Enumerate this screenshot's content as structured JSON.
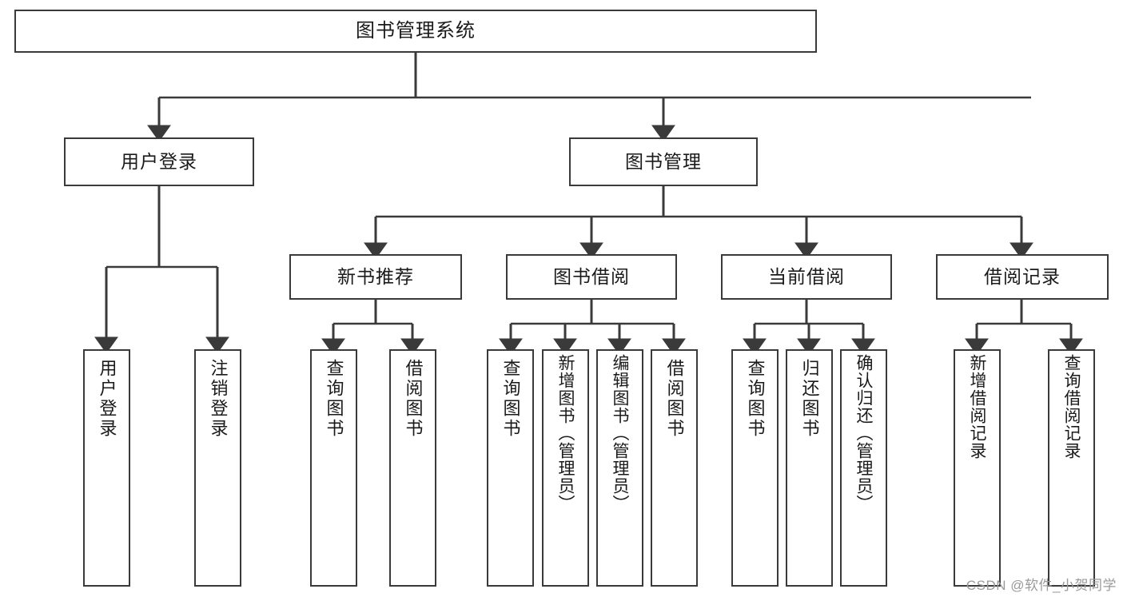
{
  "diagram": {
    "title": "图书管理系统",
    "type": "tree",
    "watermark": "CSDN @软件_小贺同学",
    "colors": {
      "box_border": "#3a3a3a",
      "box_fill": "#ffffff",
      "edge": "#3a3a3a",
      "text": "#1a1a1a",
      "watermark": "#9a9a9a",
      "background": "#ffffff"
    },
    "nodes": {
      "root": {
        "label": "图书管理系统"
      },
      "level2": [
        {
          "id": "user-login",
          "label": "用户登录"
        },
        {
          "id": "book-manage",
          "label": "图书管理"
        }
      ],
      "level3": [
        {
          "id": "new-book-recommend",
          "label": "新书推荐"
        },
        {
          "id": "book-borrow",
          "label": "图书借阅"
        },
        {
          "id": "current-borrow",
          "label": "当前借阅"
        },
        {
          "id": "borrow-record",
          "label": "借阅记录"
        }
      ],
      "leaves": {
        "user-login": [
          {
            "id": "leaf-user-login",
            "label": "用户登录"
          },
          {
            "id": "leaf-logout-login",
            "label": "注销登录"
          }
        ],
        "new-book-recommend": [
          {
            "id": "leaf-query-book-1",
            "label": "查询图书"
          },
          {
            "id": "leaf-borrow-book-1",
            "label": "借阅图书"
          }
        ],
        "book-borrow": [
          {
            "id": "leaf-query-book-2",
            "label": "查询图书"
          },
          {
            "id": "leaf-add-book",
            "label": "新增图书（管理员）"
          },
          {
            "id": "leaf-edit-book",
            "label": "编辑图书（管理员）"
          },
          {
            "id": "leaf-borrow-book-2",
            "label": "借阅图书"
          }
        ],
        "current-borrow": [
          {
            "id": "leaf-query-book-3",
            "label": "查询图书"
          },
          {
            "id": "leaf-return-book",
            "label": "归还图书"
          },
          {
            "id": "leaf-confirm-return",
            "label": "确认归还（管理员）"
          }
        ],
        "borrow-record": [
          {
            "id": "leaf-add-record",
            "label": "新增借阅记录"
          },
          {
            "id": "leaf-query-record",
            "label": "查询借阅记录"
          }
        ]
      }
    }
  }
}
